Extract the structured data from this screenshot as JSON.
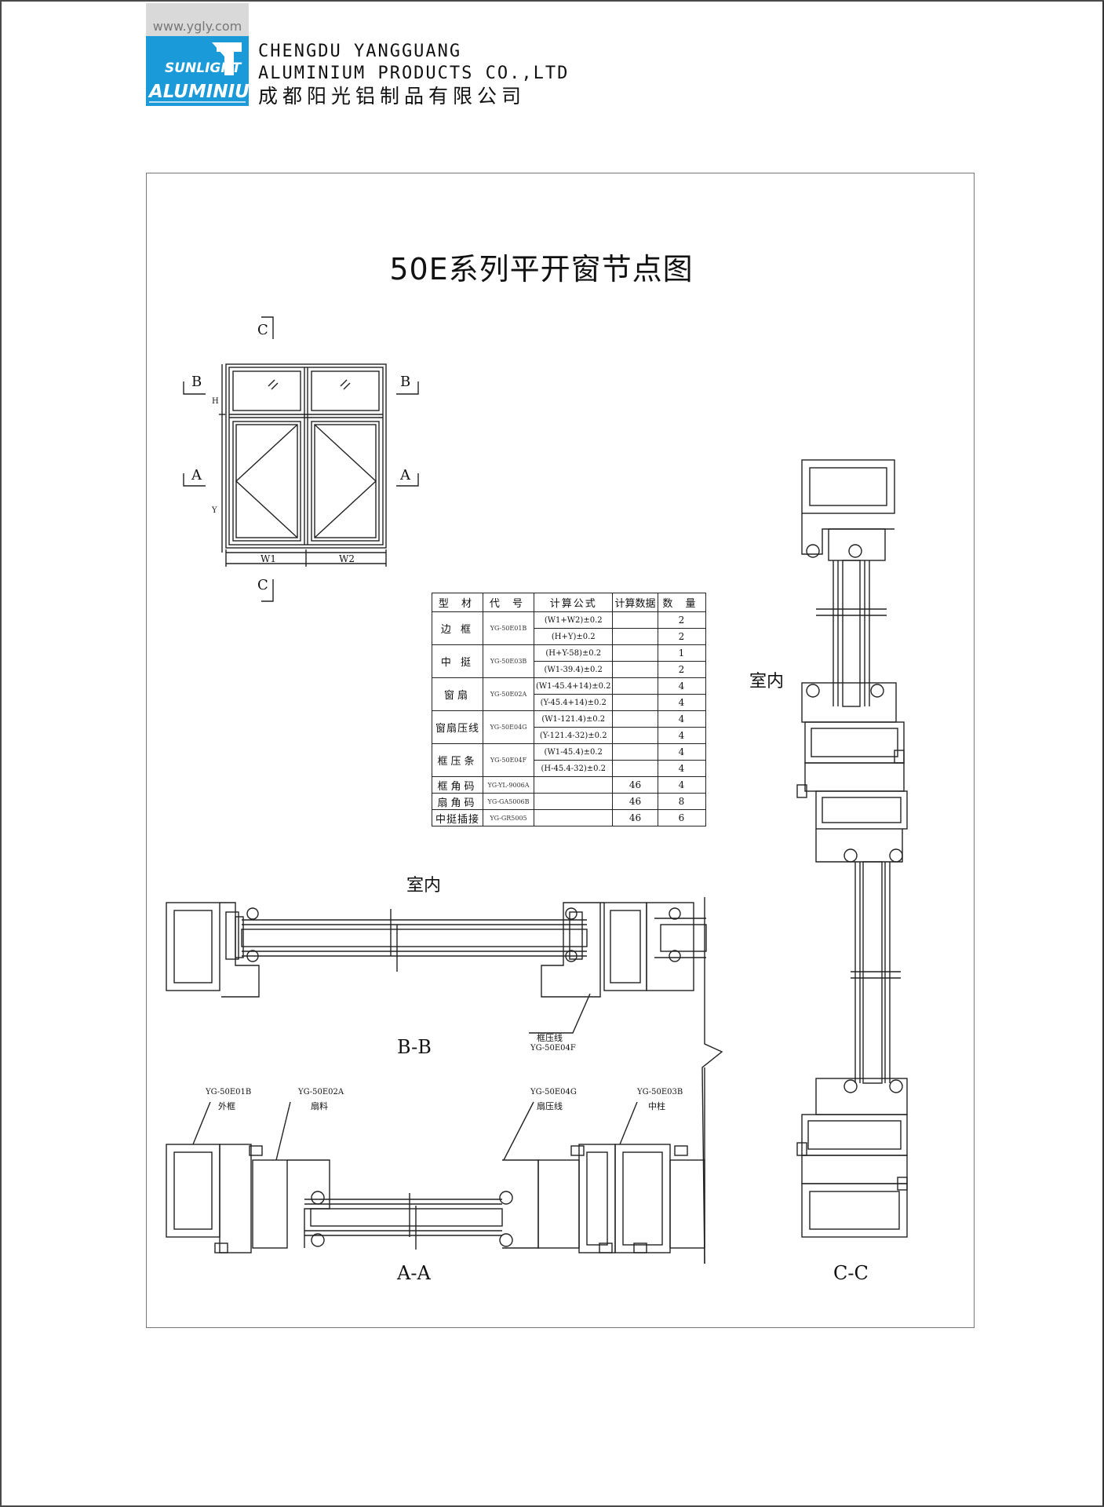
{
  "header": {
    "website": "www.ygly.com",
    "logo_top": "SUNLIGHT",
    "logo_bottom": "ALUMINIUM",
    "company_en_1": "CHENGDU YANGGUANG",
    "company_en_2": "ALUMINIUM PRODUCTS CO.,LTD",
    "company_cn": "成都阳光铝制品有限公司",
    "brand_color": "#1a9ad8"
  },
  "drawing": {
    "title": "50E系列平开窗节点图",
    "elevation": {
      "section_c_top": "C",
      "section_c_bottom": "C",
      "section_b_left": "B",
      "section_b_right": "B",
      "section_a_left": "A",
      "section_a_right": "A",
      "dim_h": "H",
      "dim_y": "Y",
      "dim_w1": "W1",
      "dim_w2": "W2"
    },
    "sections": {
      "bb_label": "B-B",
      "aa_label": "A-A",
      "cc_label": "C-C",
      "indoor_bb": "室内",
      "indoor_cc": "室内"
    },
    "callouts": {
      "frame_bead_name": "框压线",
      "frame_bead_code": "YG-50E04F",
      "outer_frame_code": "YG-50E01B",
      "outer_frame_name": "外框",
      "sash_code": "YG-50E02A",
      "sash_name": "扇料",
      "sash_bead_code": "YG-50E04G",
      "sash_bead_name": "扇压线",
      "mullion_code": "YG-50E03B",
      "mullion_name": "中柱"
    }
  },
  "table": {
    "headers": [
      "型 材",
      "代 号",
      "计算公式",
      "计算数据",
      "数 量"
    ],
    "groups": [
      {
        "material": "边 框",
        "code": "YG-50E01B",
        "rows": [
          {
            "formula": "(W1+W2)±0.2",
            "calc": "",
            "qty": "2"
          },
          {
            "formula": "(H+Y)±0.2",
            "calc": "",
            "qty": "2"
          }
        ]
      },
      {
        "material": "中 挺",
        "code": "YG-50E03B",
        "rows": [
          {
            "formula": "(H+Y-58)±0.2",
            "calc": "",
            "qty": "1"
          },
          {
            "formula": "(W1-39.4)±0.2",
            "calc": "",
            "qty": "2"
          }
        ]
      },
      {
        "material": "窗扇",
        "code": "YG-50E02A",
        "rows": [
          {
            "formula": "(W1-45.4+14)±0.2",
            "calc": "",
            "qty": "4"
          },
          {
            "formula": "(Y-45.4+14)±0.2",
            "calc": "",
            "qty": "4"
          }
        ]
      },
      {
        "material": "窗扇压线",
        "code": "YG-50E04G",
        "rows": [
          {
            "formula": "(W1-121.4)±0.2",
            "calc": "",
            "qty": "4"
          },
          {
            "formula": "(Y-121.4-32)±0.2",
            "calc": "",
            "qty": "4"
          }
        ]
      },
      {
        "material": "框压条",
        "code": "YG-50E04F",
        "rows": [
          {
            "formula": "(W1-45.4)±0.2",
            "calc": "",
            "qty": "4"
          },
          {
            "formula": "(H-45.4-32)±0.2",
            "calc": "",
            "qty": "4"
          }
        ]
      }
    ],
    "singles": [
      {
        "material": "框角码",
        "code": "YG-YL-9006A",
        "formula": "",
        "calc": "46",
        "qty": "4"
      },
      {
        "material": "扇角码",
        "code": "YG-GA5006B",
        "formula": "",
        "calc": "46",
        "qty": "8"
      },
      {
        "material": "中挺插接",
        "code": "YG-GR5005",
        "formula": "",
        "calc": "46",
        "qty": "6"
      }
    ]
  }
}
